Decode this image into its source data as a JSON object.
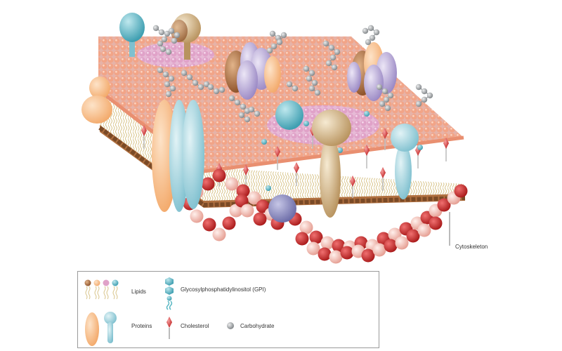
{
  "labels": {
    "cytoskeleton": "Cytoskeleton"
  },
  "legend": {
    "lipids": "Lipids",
    "gpi": "Glycosylphosphatidylinositol (GPI)",
    "proteins": "Proteins",
    "cholesterol": "Cholesterol",
    "carbohydrate": "Carbohydrate"
  },
  "colors": {
    "lipid_head_salmon": "#f2a487",
    "lipid_head_pink": "#e0a2c8",
    "lipid_head_brown": "#9a5a2e",
    "lipid_head_teal": "#5ab8c4",
    "lipid_tail": "#d8c48a",
    "protein_orange": "#f8c08e",
    "protein_blue": "#a6d6e0",
    "protein_tan": "#d8bb8c",
    "protein_purple": "#b8a8d6",
    "cholesterol": "#cf3a3a",
    "carbohydrate": "#9ea3a6",
    "cytoskeleton_red": "#c42a2a",
    "cytoskeleton_pink": "#f2b8b0"
  }
}
